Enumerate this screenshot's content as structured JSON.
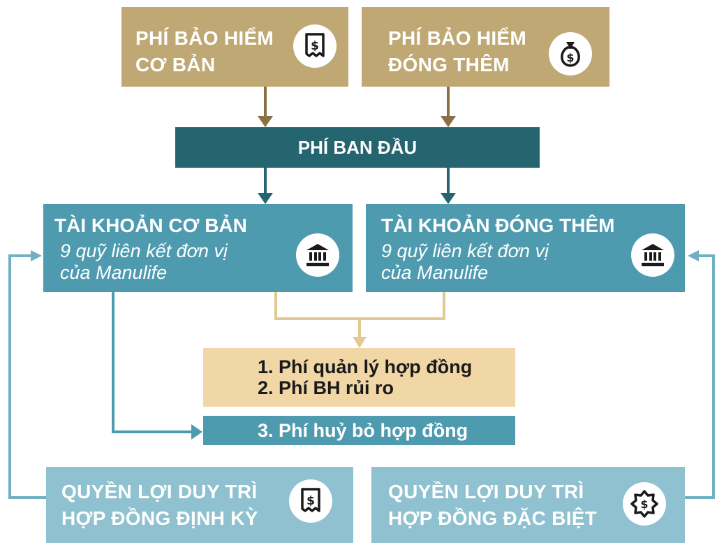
{
  "premium_basic": {
    "line1": "PHÍ BẢO HIỂM",
    "line2": "CƠ BẢN",
    "icon": "dollar-receipt-icon"
  },
  "premium_extra": {
    "line1": "PHÍ BẢO HIỂM",
    "line2": "ĐÓNG THÊM",
    "icon": "money-bag-icon"
  },
  "initial_fee": {
    "label": "PHÍ BAN ĐẦU"
  },
  "account_basic": {
    "title": "TÀI KHOẢN CƠ BẢN",
    "sub_line1": "9 quỹ liên kết đơn vị",
    "sub_line2": "của Manulife",
    "icon": "bank-icon"
  },
  "account_extra": {
    "title": "TÀI KHOẢN ĐÓNG THÊM",
    "sub_line1": "9 quỹ liên kết đơn vị",
    "sub_line2": "của Manulife",
    "icon": "bank-icon"
  },
  "fees": {
    "item1": "1. Phí quản lý hợp đồng",
    "item2": "2. Phí BH rủi ro",
    "item3": "3. Phí huỷ bỏ hợp đồng"
  },
  "benefit_periodic": {
    "line1": "QUYỀN LỢI DUY TRÌ",
    "line2": "HỢP ĐỒNG ĐỊNH KỲ",
    "icon": "dollar-receipt-icon"
  },
  "benefit_special": {
    "line1": "QUYỀN LỢI DUY TRÌ",
    "line2": "HỢP ĐỒNG ĐẶC BIỆT",
    "icon": "dollar-badge-icon"
  },
  "colors": {
    "gold": "#bfa874",
    "navy": "#256570",
    "teal": "#4e9bb0",
    "light_teal": "#8fc1d0",
    "cream": "#f1d6a6",
    "brown_arrow": "#8a7045"
  }
}
